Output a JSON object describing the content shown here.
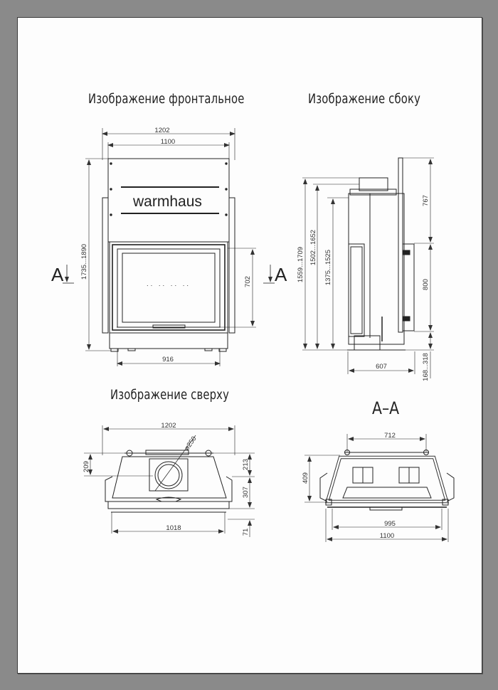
{
  "document": {
    "type": "technical drawing",
    "brand": "warmhaus",
    "page_background": "#8a8a8a",
    "sheet_background": "#fdfdfd",
    "line_color": "#222222"
  },
  "views": {
    "front": {
      "title": "Изображение фронтальное",
      "section_marker_left": "A",
      "section_marker_right": "A",
      "window_dots": ".. .. .. ..",
      "dimensions": {
        "overall_width": "1202",
        "body_width": "1100",
        "height_range": "1735...1890",
        "glass_height": "702",
        "glass_width": "916"
      }
    },
    "side": {
      "title": "Изображение сбоку",
      "dimensions": {
        "height_1": "1559...1709",
        "height_2": "1502...1652",
        "height_3": "1375...1525",
        "top_section": "767",
        "middle_section": "800",
        "bottom_section": "168...318",
        "depth": "607"
      }
    },
    "top": {
      "title": "Изображение сверху",
      "dimensions": {
        "overall_width": "1202",
        "flue_diameter": "ø250",
        "flue_offset": "209",
        "rear_depth": "213",
        "mid_depth": "307",
        "front_depth": "71",
        "front_width": "1018"
      }
    },
    "section_aa": {
      "title": "A–A",
      "dimensions": {
        "top_width": "712",
        "height": "409",
        "inner_width": "995",
        "outer_width": "1100"
      }
    }
  }
}
